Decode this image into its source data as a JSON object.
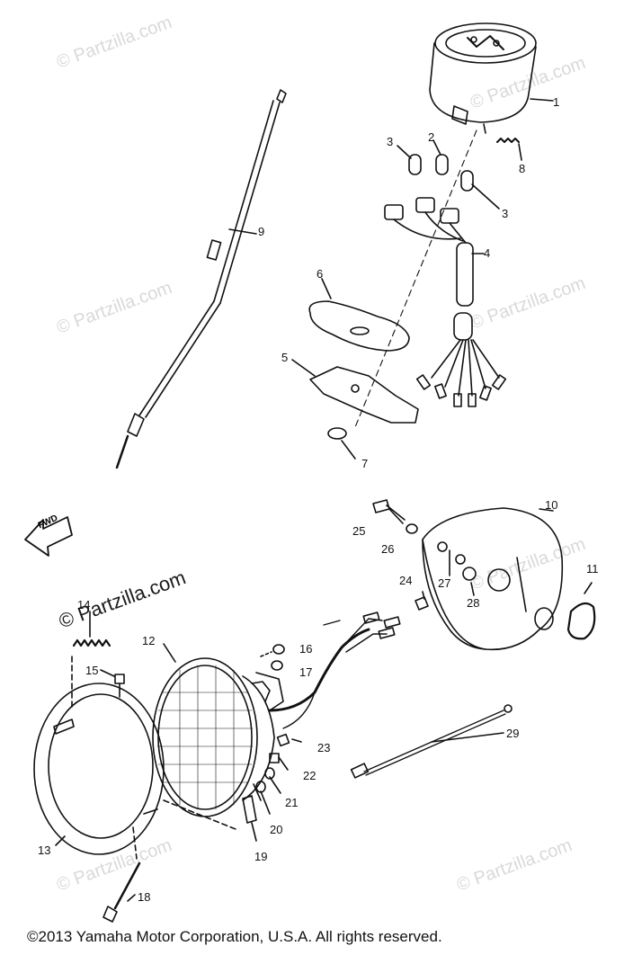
{
  "watermarks": {
    "text": "© Partzilla.com",
    "prominent": "© Partzilla.com"
  },
  "fwd_label": "FWD",
  "callouts": {
    "c1": "1",
    "c2": "2",
    "c3a": "3",
    "c3b": "3",
    "c4": "4",
    "c5": "5",
    "c6": "6",
    "c7": "7",
    "c8": "8",
    "c9": "9",
    "c10": "10",
    "c11": "11",
    "c12": "12",
    "c13": "13",
    "c14": "14",
    "c15": "15",
    "c16": "16",
    "c17": "17",
    "c18": "18",
    "c19": "19",
    "c20": "20",
    "c21": "21",
    "c22": "22",
    "c23": "23",
    "c24": "24",
    "c25": "25",
    "c26": "26",
    "c27": "27",
    "c28": "28",
    "c29": "29"
  },
  "copyright": "©2013  Yamaha Motor Corporation, U.S.A. All rights reserved."
}
